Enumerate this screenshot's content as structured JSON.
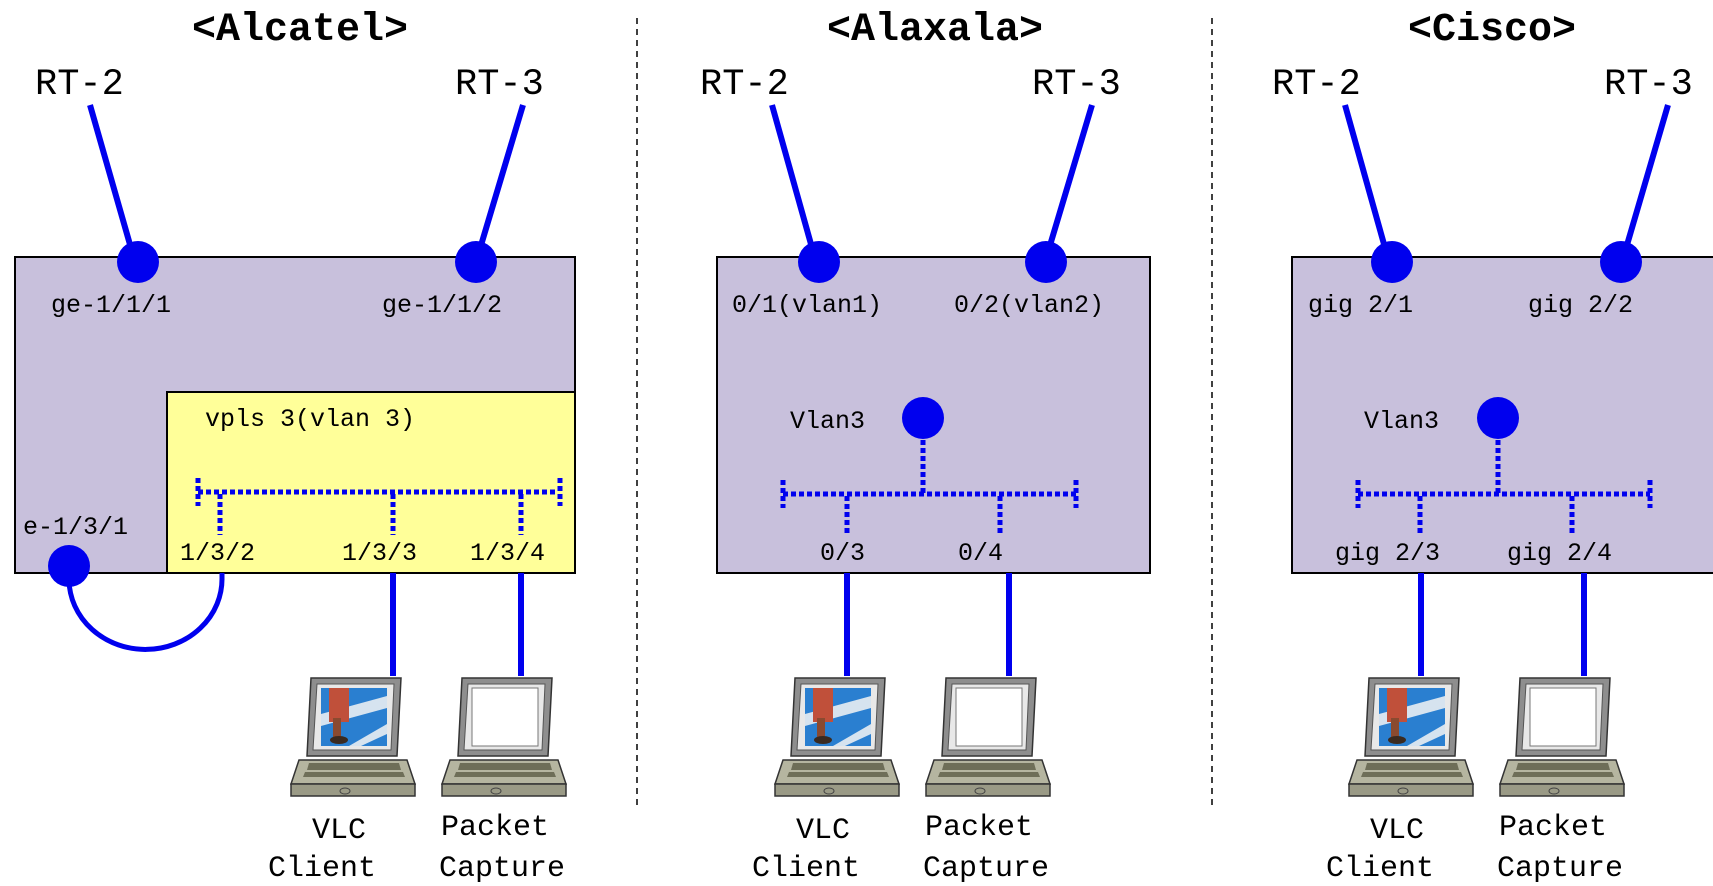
{
  "colors": {
    "link": "#0000ee",
    "device_fill": "#c8c0dc",
    "vpls_fill": "#ffff99",
    "outline": "#000000",
    "separator": "#000000"
  },
  "icons": {
    "port": "filled-circle",
    "host": "laptop-icon"
  },
  "panels": [
    {
      "title": "<Alcatel>",
      "router_left": "RT-2",
      "router_right": "RT-3",
      "uplink_left": "ge-1/1/1",
      "uplink_right": "ge-1/1/2",
      "vpls_label": "vpls 3(vlan 3)",
      "loop_port": "e-1/3/1",
      "down_ports": [
        "1/3/2",
        "1/3/3",
        "1/3/4"
      ],
      "host_left": [
        "VLC",
        "Client"
      ],
      "host_right": [
        "Packet",
        "Capture"
      ]
    },
    {
      "title": "<Alaxala>",
      "router_left": "RT-2",
      "router_right": "RT-3",
      "uplink_left": "0/1(vlan1)",
      "uplink_right": "0/2(vlan2)",
      "vlan_label": "Vlan3",
      "down_ports": [
        "0/3",
        "0/4"
      ],
      "host_left": [
        "VLC",
        "Client"
      ],
      "host_right": [
        "Packet",
        "Capture"
      ]
    },
    {
      "title": "<Cisco>",
      "router_left": "RT-2",
      "router_right": "RT-3",
      "uplink_left": "gig 2/1",
      "uplink_right": "gig 2/2",
      "vlan_label": "Vlan3",
      "down_ports": [
        "gig 2/3",
        "gig 2/4"
      ],
      "host_left": [
        "VLC",
        "Client"
      ],
      "host_right": [
        "Packet",
        "Capture"
      ]
    }
  ]
}
